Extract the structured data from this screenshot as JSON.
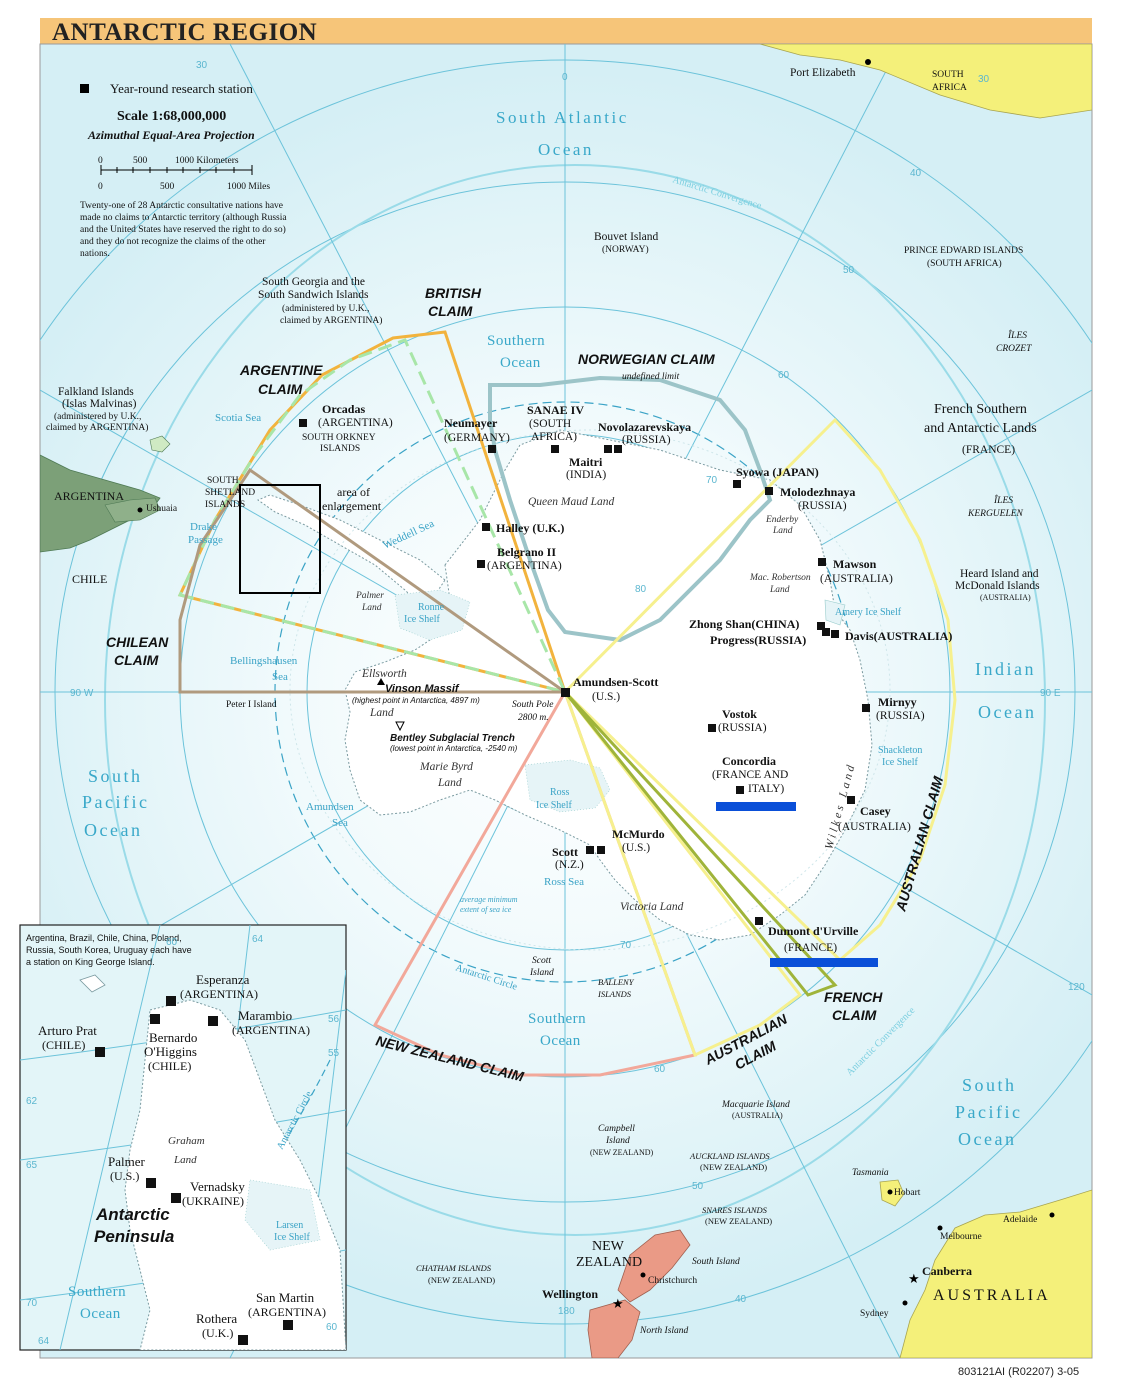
{
  "title": "ANTARCTIC REGION",
  "legend": {
    "station_label": "Year-round research station",
    "scale": "Scale 1:68,000,000",
    "projection": "Azimuthal Equal-Area Projection",
    "km_ticks": [
      "0",
      "500",
      "1000 Kilometers"
    ],
    "mi_ticks": [
      "0",
      "500",
      "1000 Miles"
    ],
    "note": [
      "Twenty-one of 28 Antarctic consultative nations have",
      "made no claims to Antarctic territory (although Russia",
      "and the United States have reserved the right to do so)",
      "and they do not recognize the claims of the other",
      "nations."
    ]
  },
  "oceans": {
    "south_atlantic": [
      "South Atlantic",
      "Ocean"
    ],
    "indian": [
      "Indian",
      "Ocean"
    ],
    "south_pacific_left": [
      "South",
      "Pacific",
      "Ocean"
    ],
    "south_pacific_right": [
      "South",
      "Pacific",
      "Ocean"
    ],
    "southern_top": [
      "Southern",
      "Ocean"
    ],
    "southern_bottom": [
      "Southern",
      "Ocean"
    ]
  },
  "seas": {
    "scotia": "Scotia Sea",
    "weddell": "Weddell Sea",
    "drake": [
      "Drake",
      "Passage"
    ],
    "bellingshausen": [
      "Bellingshausen",
      "Sea"
    ],
    "amundsen": [
      "Amundsen",
      "Sea"
    ],
    "ross": "Ross Sea",
    "ross_ice": [
      "Ross",
      "Ice Shelf"
    ],
    "ronne": [
      "Ronne",
      "Ice Shelf"
    ],
    "amery": "Amery Ice Shelf",
    "shackleton": [
      "Shackleton",
      "Ice Shelf"
    ],
    "conv_top": "Antarctic Convergence",
    "conv_right": "Antarctic Convergence",
    "circle": "Antarctic Circle",
    "sea_ice": [
      "average minimum",
      "extent of sea ice"
    ]
  },
  "claims": {
    "british": [
      "BRITISH",
      "CLAIM"
    ],
    "argentine": [
      "ARGENTINE",
      "CLAIM"
    ],
    "chilean": [
      "CHILEAN",
      "CLAIM"
    ],
    "norwegian": "NORWEGIAN CLAIM",
    "norwegian_note": "undefined limit",
    "new_zealand": "NEW ZEALAND CLAIM",
    "australian_left": [
      "AUSTRALIAN",
      "CLAIM"
    ],
    "australian_right": "AUSTRALIAN CLAIM",
    "french": [
      "FRENCH",
      "CLAIM"
    ]
  },
  "lands": {
    "queen_maud": "Queen Maud Land",
    "enderby": [
      "Enderby",
      "Land"
    ],
    "mac_robertson": [
      "Mac. Robertson",
      "Land"
    ],
    "palmer": [
      "Palmer",
      "Land"
    ],
    "ellsworth": [
      "Ellsworth",
      "Land"
    ],
    "marie_byrd": [
      "Marie Byrd",
      "Land"
    ],
    "victoria": "Victoria Land",
    "wilkes": "Wilkes Land"
  },
  "stations": {
    "orcadas": [
      "Orcadas",
      "(ARGENTINA)"
    ],
    "neumayer": [
      "Neumayer",
      "(GERMANY)"
    ],
    "sanae": [
      "SANAE IV",
      "(SOUTH",
      "AFRICA)"
    ],
    "maitri": [
      "Maitri",
      "(INDIA)"
    ],
    "novolazarevskaya": [
      "Novolazarevskaya",
      "(RUSSIA)"
    ],
    "syowa": "Syowa (JAPAN)",
    "molodezhnaya": [
      "Molodezhnaya",
      "(RUSSIA)"
    ],
    "halley": "Halley (U.K.)",
    "belgrano": [
      "Belgrano II",
      "(ARGENTINA)"
    ],
    "mawson": [
      "Mawson",
      "(AUSTRALIA)"
    ],
    "zhong_shan": "Zhong Shan(CHINA)",
    "progress": "Progress(RUSSIA)",
    "davis": "Davis(AUSTRALIA)",
    "amundsen_scott": [
      "Amundsen-Scott",
      "(U.S.)"
    ],
    "mirnyy": [
      "Mirnyy",
      "(RUSSIA)"
    ],
    "vostok": [
      "Vostok",
      "(RUSSIA)"
    ],
    "concordia": [
      "Concordia",
      "(FRANCE AND",
      "ITALY)"
    ],
    "casey": [
      "Casey",
      "(AUSTRALIA)"
    ],
    "mcmurdo": [
      "McMurdo",
      "(U.S.)"
    ],
    "scott": [
      "Scott",
      "(N.Z.)"
    ],
    "dumont": [
      "Dumont d'Urville",
      "(FRANCE)"
    ]
  },
  "features": {
    "vinson": "Vinson Massif",
    "vinson_note": "(highest point in Antarctica, 4897 m)",
    "bentley": "Bentley Subglacial Trench",
    "bentley_note": "(lowest point in Antarctica, -2540 m)",
    "south_pole": [
      "South Pole",
      "2800 m."
    ],
    "area_enlargement": [
      "area of",
      "enlargement"
    ]
  },
  "islands": {
    "south_georgia": [
      "South Georgia and the",
      "South Sandwich Islands",
      "(administered by U.K.,",
      "claimed by ARGENTINA)"
    ],
    "falkland": [
      "Falkland Islands",
      "(Islas Malvinas)",
      "(administered by U.K.,",
      "claimed by ARGENTINA)"
    ],
    "south_orkney": [
      "SOUTH ORKNEY",
      "ISLANDS"
    ],
    "south_shetland": [
      "SOUTH",
      "SHETLAND",
      "ISLANDS"
    ],
    "bouvet": [
      "Bouvet Island",
      "(NORWAY)"
    ],
    "prince_edward": [
      "PRINCE EDWARD ISLANDS",
      "(SOUTH AFRICA)"
    ],
    "crozet": [
      "ÎLES",
      "CROZET"
    ],
    "french_southern": [
      "French Southern",
      "and Antarctic Lands",
      "(FRANCE)"
    ],
    "kerguelen": [
      "ÎLES",
      "KERGUELEN"
    ],
    "heard": [
      "Heard Island and",
      "McDonald Islands",
      "(AUSTRALIA)"
    ],
    "peter_i": "Peter I Island",
    "scott_island": [
      "Scott",
      "Island"
    ],
    "balleny": [
      "BALLENY",
      "ISLANDS"
    ],
    "macquarie": [
      "Macquarie Island",
      "(AUSTRALIA)"
    ],
    "campbell": [
      "Campbell",
      "Island",
      "(NEW ZEALAND)"
    ],
    "auckland": [
      "AUCKLAND ISLANDS",
      "(NEW ZEALAND)"
    ],
    "snares": [
      "SNARES ISLANDS",
      "(NEW ZEALAND)"
    ],
    "chatham": [
      "CHATHAM ISLANDS",
      "(NEW ZEALAND)"
    ]
  },
  "places": {
    "port_elizabeth": "Port Elizabeth",
    "south_africa": [
      "SOUTH",
      "AFRICA"
    ],
    "argentina": "ARGENTINA",
    "ushuaia": "Ushuaia",
    "chile": "CHILE",
    "new_zealand": [
      "NEW",
      "ZEALAND"
    ],
    "south_island": "South Island",
    "north_island": "North Island",
    "christchurch": "Christchurch",
    "wellington": "Wellington",
    "tasmania": "Tasmania",
    "hobart": "Hobart",
    "adelaide": "Adelaide",
    "melbourne": "Melbourne",
    "canberra": "Canberra",
    "sydney": "Sydney",
    "australia": "AUSTRALIA"
  },
  "graticule": {
    "lon_0": "0",
    "lon_90w": "90 W",
    "lon_90e": "90 E",
    "lon_180": "180",
    "lon_30_top_left": "30",
    "lon_30_top_right": "30",
    "lon_120": "120",
    "lat_40_right": "40",
    "lat_50_right": "50",
    "lat_60_right": "60",
    "lat_70_right": "70",
    "lat_80": "80",
    "lat_70_bottom": "70",
    "lat_60_bottom": "60",
    "lat_50_bottom": "50",
    "lat_40_bottom": "40"
  },
  "inset": {
    "note": [
      "Argentina, Brazil, Chile, China, Poland,",
      "Russia, South Korea, Uruguay each have",
      "a station on King George Island."
    ],
    "esperanza": [
      "Esperanza",
      "(ARGENTINA)"
    ],
    "arturo_prat": [
      "Arturo Prat",
      "(CHILE)"
    ],
    "bernardo": [
      "Bernardo",
      "O'Higgins",
      "(CHILE)"
    ],
    "marambio": [
      "Marambio",
      "(ARGENTINA)"
    ],
    "palmer": [
      "Palmer",
      "(U.S.)"
    ],
    "vernadsky": [
      "Vernadsky",
      "(UKRAINE)"
    ],
    "graham": [
      "Graham",
      "Land"
    ],
    "peninsula": [
      "Antarctic",
      "Peninsula"
    ],
    "larsen": [
      "Larsen",
      "Ice Shelf"
    ],
    "southern_ocean": [
      "Southern",
      "Ocean"
    ],
    "san_martin": [
      "San Martin",
      "(ARGENTINA)"
    ],
    "rothera": [
      "Rothera",
      "(U.K.)"
    ],
    "antarctic_circle": "Antarctic Circle",
    "grid_labels": [
      "60",
      "64",
      "56",
      "55",
      "62",
      "65",
      "70",
      "64",
      "60"
    ]
  },
  "footer": "803121AI (R02207) 3-05",
  "colors": {
    "title_bar": "#f6c579",
    "sea": "#e3f5f8",
    "graticule": "#6cc3da",
    "ocean_text": "#39a8c9",
    "british_claim": "#f2b33d",
    "argentine_claim": "#a8e6a8",
    "chilean_claim": "#b09a7e",
    "norwegian_claim": "#9cc4c8",
    "new_zealand_claim": "#f2a89a",
    "australian_claim": "#f6f08e",
    "french_claim": "#9fb43a",
    "land_australia": "#f4f07a",
    "land_new_zealand": "#ea9a86",
    "land_south_america": "#7ca078",
    "highlight_bar": "#0a4fd8"
  }
}
